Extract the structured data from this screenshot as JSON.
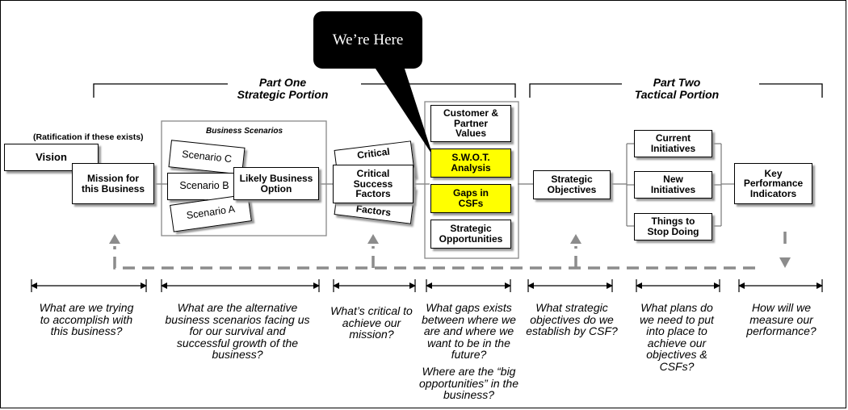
{
  "callout": {
    "text": "We’re Here"
  },
  "parts": [
    {
      "title": "Part One",
      "subtitle": "Strategic Portion"
    },
    {
      "title": "Part Two",
      "subtitle": "Tactical Portion"
    }
  ],
  "ratification_note": "(Ratification if these exists)",
  "vision": "Vision",
  "mission": "Mission for this Business",
  "scenarios_group": {
    "title": "Business Scenarios",
    "cards": [
      "Scenario C",
      "Scenario B",
      "Scenario A"
    ]
  },
  "likely_option": "Likely Business Option",
  "csf_stack": {
    "back_top": "Critical",
    "back_bottom": "Factors",
    "front": "Critical Success Factors"
  },
  "swot_column": [
    "Customer & Partner Values",
    "S.W.O.T. Analysis",
    "Gaps in CSFs",
    "Strategic Opportunities"
  ],
  "strategic_objectives": "Strategic Objectives",
  "initiatives": [
    "Current Initiatives",
    "New Initiatives",
    "Things to Stop Doing"
  ],
  "kpi": "Key Performance Indicators",
  "questions": [
    "What are we trying to accomplish with this business?",
    "What are the alternative business scenarios facing us for our survival and successful growth of the business?",
    "What’s critical to achieve our mission?",
    "What gaps exists between where we are and where we want to be in the future?",
    "What strategic objectives do we establish by CSF?",
    "What plans do we need to put into place to achieve our objectives & CSFs?",
    "How will we measure our performance?"
  ],
  "question_extra": "Where are the “big opportunities” in the business?",
  "colors": {
    "highlight": "#ffff00",
    "feedback_arrow": "#8c8c8c",
    "callout": "#000000",
    "shadow": "#9a9a9a"
  }
}
